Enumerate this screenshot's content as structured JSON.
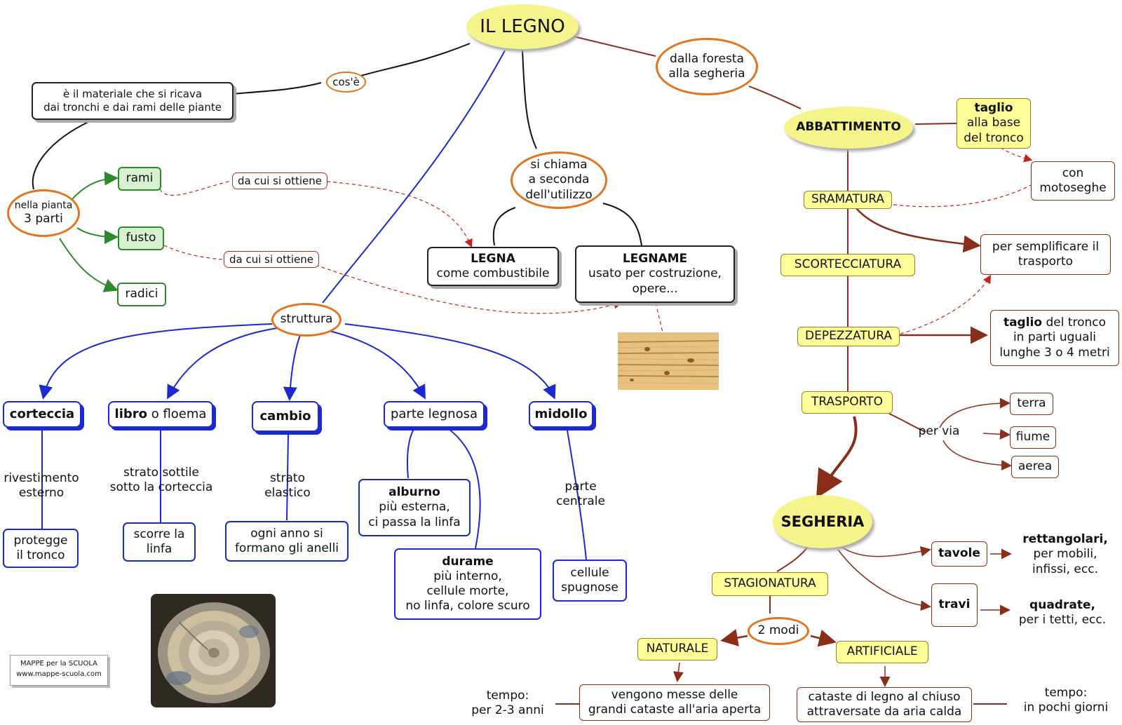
{
  "title": "IL LEGNO",
  "nodes": {
    "cose": "cos'è",
    "definizione": [
      "è il materiale che si ricava",
      "dai tronchi e dai rami delle piante"
    ],
    "tre_parti": [
      "nella pianta",
      "3 parti"
    ],
    "rami": "rami",
    "fusto": "fusto",
    "radici": "radici",
    "da_cui_1": "da cui si ottiene",
    "da_cui_2": "da cui si ottiene",
    "si_chiama": [
      "si chiama",
      "a seconda",
      "dell'utilizzo"
    ],
    "legna": {
      "bold": "LEGNA",
      "text": "come combustibile"
    },
    "legname": {
      "bold": "LEGNAME",
      "line2": "usato per costruzione,",
      "line3": "opere..."
    },
    "struttura": "struttura",
    "corteccia": "corteccia",
    "libro": {
      "bold": "libro",
      "rest": " o floema"
    },
    "cambio": "cambio",
    "parte_legnosa": "parte legnosa",
    "midollo": "midollo",
    "rivestimento": [
      "rivestimento",
      "esterno"
    ],
    "protegge": [
      "protegge",
      "il tronco"
    ],
    "strato_sottile": [
      "strato sottile",
      "sotto la corteccia"
    ],
    "scorre": [
      "scorre la",
      "linfa"
    ],
    "strato_elastico": [
      "strato",
      "elastico"
    ],
    "anelli": [
      "ogni anno si",
      "formano gli anelli"
    ],
    "alburno": {
      "bold": "alburno",
      "line2": "più esterna,",
      "line3": "ci passa la linfa"
    },
    "durame": {
      "bold": "durame",
      "line2": "più interno,",
      "line3": "cellule morte,",
      "line4": "no linfa, colore scuro"
    },
    "parte_centrale": [
      "parte",
      "centrale"
    ],
    "cellule": [
      "cellule",
      "spugnose"
    ],
    "foresta": [
      "dalla foresta",
      "alla segheria"
    ],
    "abbattimento": "ABBATTIMENTO",
    "taglio_base": {
      "bold": "taglio",
      "line2": "alla base",
      "line3": "del tronco"
    },
    "motoseghe": [
      "con",
      "motoseghe"
    ],
    "sramatura": "SRAMATURA",
    "scortecciatura": "SCORTECCIATURA",
    "depezzatura": "DEPEZZATURA",
    "trasporto": "TRASPORTO",
    "semplificare": [
      "per semplificare il",
      "trasporto"
    ],
    "taglio_parti": {
      "bold": "taglio",
      "rest": " del tronco",
      "line2": "in parti uguali",
      "line3": "lunghe 3 o 4 metri"
    },
    "per_via": "per via",
    "terra": "terra",
    "fiume": "fiume",
    "aerea": "aerea",
    "segheria": "SEGHERIA",
    "tavole": "tavole",
    "travi": "travi",
    "rettangolari": {
      "bold": "rettangolari,",
      "line2": "per mobili,",
      "line3": "infissi, ecc."
    },
    "quadrate": {
      "bold": "quadrate,",
      "line2": "per i tetti, ecc."
    },
    "stagionatura": "STAGIONATURA",
    "due_modi": "2 modi",
    "naturale": "NATURALE",
    "artificiale": "ARTIFICIALE",
    "cataste_aperta": [
      "vengono messe delle",
      "grandi cataste all'aria aperta"
    ],
    "cataste_chiuso": [
      "cataste di legno al chiuso",
      "attraversate da aria calda"
    ],
    "tempo_anni": [
      "tempo:",
      "per 2-3 anni"
    ],
    "tempo_giorni": [
      "tempo:",
      "in pochi giorni"
    ]
  },
  "credit": [
    "MAPPE per la SCUOLA",
    "www.mappe-scuola.com"
  ],
  "colors": {
    "orange": "#e4731e",
    "blue": "#1a2ad0",
    "green": "#2c8a2c",
    "brown": "#8a2e1a",
    "red": "#c8201a",
    "yellow": "#ffff99"
  }
}
